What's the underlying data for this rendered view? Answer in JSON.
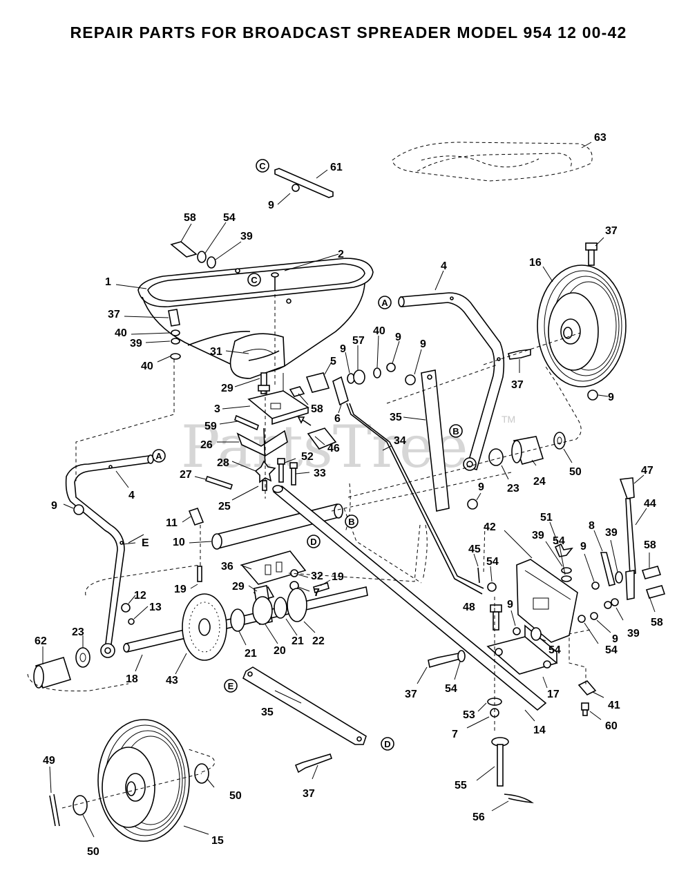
{
  "title": "REPAIR PARTS FOR BROADCAST SPREADER MODEL 954 12 00-42",
  "watermark": "PartsTree",
  "trademark": "TM",
  "callouts": [
    "A",
    "B",
    "C",
    "D",
    "E"
  ],
  "labels": {
    "l63": "63",
    "l61": "61",
    "l9a": "9",
    "l58a": "58",
    "l54a": "54",
    "l39a": "39",
    "l2": "2",
    "l1": "1",
    "l37a": "37",
    "l40a": "40",
    "l39b": "39",
    "l40b": "40",
    "l31": "31",
    "l29a": "29",
    "l3": "3",
    "l59": "59",
    "l26": "26",
    "l28": "28",
    "l52": "52",
    "l33": "33",
    "l27": "27",
    "l25": "25",
    "l4a": "4",
    "l9b": "9",
    "l11": "11",
    "l10": "10",
    "lE": "E",
    "l36": "36",
    "l32": "32",
    "l7a": "7",
    "l29b": "29",
    "l19a": "19",
    "l19b": "19",
    "l12": "12",
    "l13": "13",
    "l23a": "23",
    "l62": "62",
    "l18": "18",
    "l43": "43",
    "l21a": "21",
    "l20": "20",
    "l21b": "21",
    "l22": "22",
    "l5": "5",
    "l58b": "58",
    "l6": "6",
    "l46": "46",
    "l9c": "9",
    "l57": "57",
    "l40c": "40",
    "l9d": "9",
    "l9e": "9",
    "l35a": "35",
    "l34": "34",
    "l4b": "4",
    "l16": "16",
    "l37b": "37",
    "l37c": "37",
    "l9f": "9",
    "l23b": "23",
    "l24": "24",
    "l50a": "50",
    "l9g": "9",
    "l47": "47",
    "l44": "44",
    "l42": "42",
    "l51": "51",
    "l39c": "39",
    "l54b": "54",
    "l8": "8",
    "l39d": "39",
    "l58c": "58",
    "l9h": "9",
    "l45": "45",
    "l54c": "54",
    "l48": "48",
    "l9i": "9",
    "l54d": "54",
    "l39e": "39",
    "l58d": "58",
    "l9j": "9",
    "l54e": "54",
    "l41": "41",
    "l60": "60",
    "l17": "17",
    "l37d": "37",
    "l54f": "54",
    "l53": "53",
    "l7b": "7",
    "l14": "14",
    "l35b": "35",
    "l37e": "37",
    "l55": "55",
    "l56": "56",
    "l49": "49",
    "l50b": "50",
    "l50c": "50",
    "l15": "15"
  },
  "icons": [
    "hopper",
    "wheel",
    "cover",
    "axle",
    "handle-tube",
    "bracket",
    "agitator-disk"
  ]
}
